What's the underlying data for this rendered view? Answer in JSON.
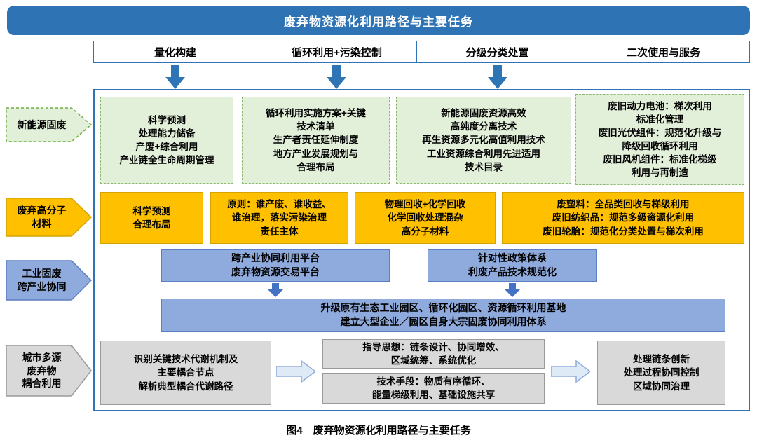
{
  "banner": {
    "title": "废弃物资源化利用路径与主要任务"
  },
  "caption": "图4　废弃物资源化利用路径与主要任务",
  "headers": [
    "量化构建",
    "循环利用+污染控制",
    "分级分类处置",
    "二次使用与服务"
  ],
  "left_labels": {
    "new_energy": "新能源固废",
    "polymer": "废弃高分子\n材料",
    "industrial": "工业固废\n跨产业协同",
    "urban": "城市多源\n废弃物\n耦合利用"
  },
  "green_row": [
    "科学预测\n处理能力储备\n产废+综合利用\n产业链全生命周期管理",
    "循环利用实施方案+关键\n技术清单\n生产者责任延伸制度\n地方产业发展规划与\n合理布局",
    "新能源固废资源高效\n高纯度分离技术\n再生资源多元化高值利用技术\n工业资源综合利用先进适用\n技术目录",
    "废旧动力电池：梯次利用\n标准化管理\n废旧光伏组件：规范化升级与\n降级回收循环利用\n废旧风机组件：标准化梯级\n利用与再制造"
  ],
  "orange_row": [
    "科学预测\n合理布局",
    "原则：谁产废、谁收益、\n谁治理，落实污染治理\n责任主体",
    "物理回收+化学回收\n化学回收处理混杂\n高分子材料",
    "废塑料：全品类回收与梯级利用\n废旧纺织品：规范多级资源化利用\n废旧轮胎：规范化分类处置与梯次利用"
  ],
  "blue_row": {
    "platform": "跨产业协同利用平台\n废弃物资源交易平台",
    "policy": "针对性政策体系\n利废产品技术规范化",
    "park": "升级原有生态工业园区、循环化园区、资源循环利用基地\n建立大型企业／园区自身大宗固废协同利用体系"
  },
  "gray_row": {
    "identify": "识别关键技术代谢机制及\n主要耦合节点\n解析典型耦合代谢路径",
    "guiding": "指导思想：链条设计、协同增效、\n区域统筹、系统优化",
    "technical": "技术手段：物质有序循环、\n能量梯级利用、基础设施共享",
    "outcome": "处理链条创新\n处理过程协同控制\n区域协同治理"
  },
  "colors": {
    "banner_blue": "#2E74B5",
    "arrow_blue": "#2E75B6",
    "small_arrow_blue": "#4472C4",
    "green_fill": "#E2EFD9",
    "green_border": "#8DB870",
    "orange_fill": "#FFC000",
    "blue_fill": "#8FAADC",
    "gray_fill": "#D9D9D9",
    "light_arrow_fill": "#DEEBF7"
  }
}
